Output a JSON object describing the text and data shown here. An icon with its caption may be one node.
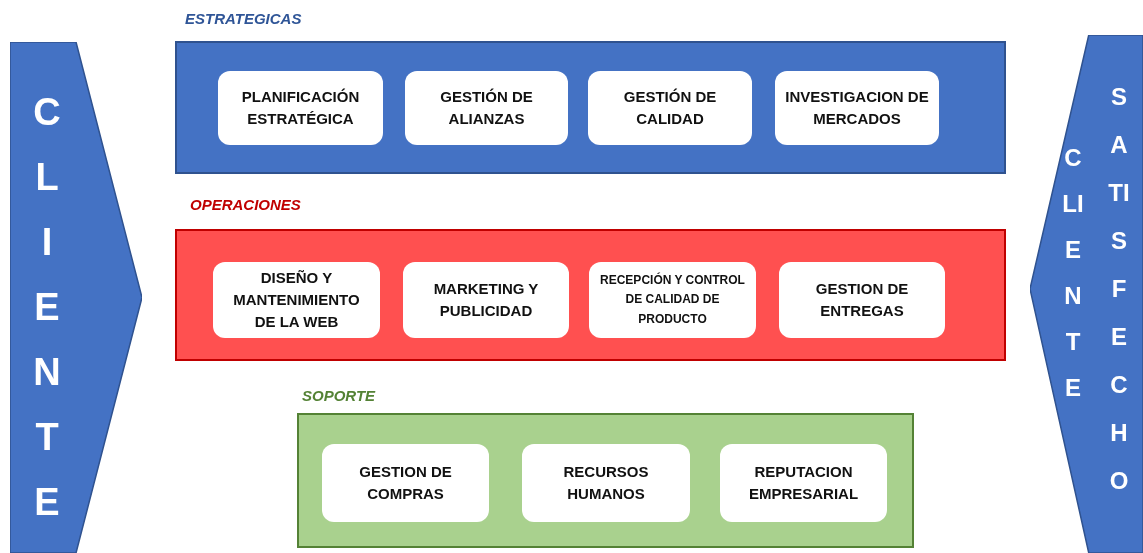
{
  "diagram": {
    "nodes": [
      {
        "text": [
          "CLIENTE"
        ]
      },
      {
        "text": [
          "ESTRATEGICAS"
        ]
      },
      {
        "text": [
          "PLANIFICACIÓN ESTRATÉGICA"
        ],
        "in": 1
      },
      {
        "text": [
          "GESTIÓN DE ALIANZAS"
        ],
        "in": 1
      },
      {
        "text": [
          "GESTIÓN DE CALIDAD"
        ],
        "in": 1
      },
      {
        "text": [
          "INVESTIGACION DE MERCADOS"
        ],
        "in": 1
      },
      {
        "text": [
          "OPERACIONES"
        ]
      },
      {
        "text": [
          "DISEÑO Y MANTENIMIENTO DE LA WEB"
        ],
        "in": 6
      },
      {
        "text": [
          "MARKETING Y PUBLICIDAD"
        ],
        "in": 6
      },
      {
        "text": [
          "RECEPCIÓN Y CONTROL DE CALIDAD DE PRODUCTO"
        ],
        "in": 6
      },
      {
        "text": [
          "GESTION DE ENTREGAS"
        ],
        "in": 6
      },
      {
        "text": [
          "SOPORTE"
        ]
      },
      {
        "text": [
          "GESTION DE COMPRAS"
        ],
        "in": 11
      },
      {
        "text": [
          "RECURSOS HUMANOS"
        ],
        "in": 11
      },
      {
        "text": [
          "REPUTACION EMPRESARIAL"
        ],
        "in": 11
      },
      {
        "text": [
          "CLIENTE",
          "SATISFECHO"
        ]
      }
    ]
  }
}
